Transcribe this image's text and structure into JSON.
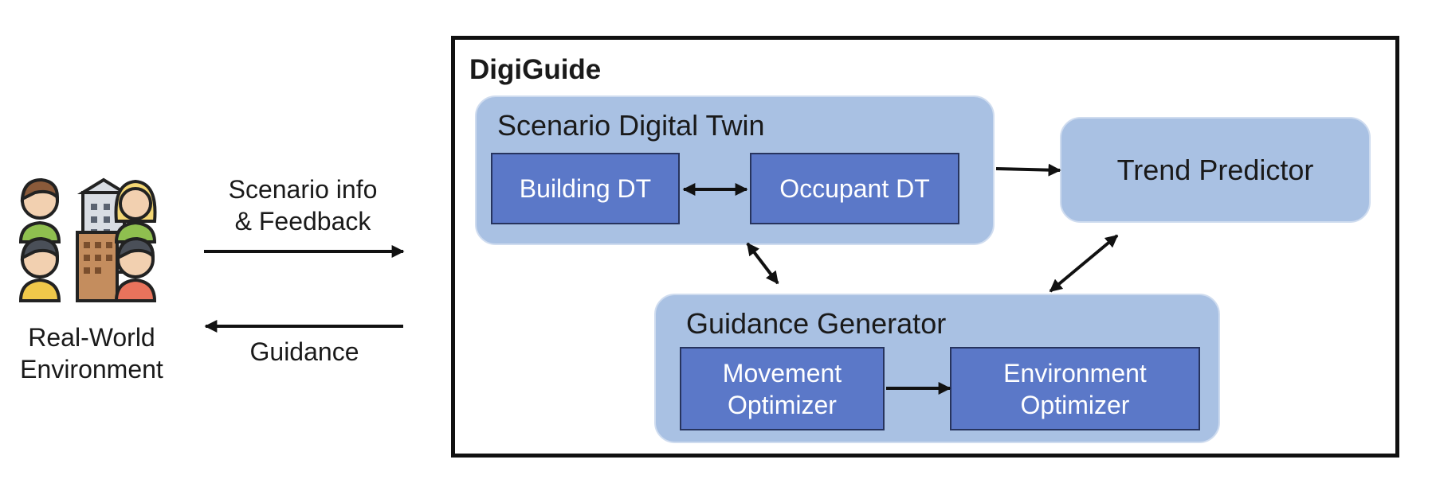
{
  "environment": {
    "label": "Real-World\nEnvironment"
  },
  "links": {
    "to_system": "Scenario info\n& Feedback",
    "to_environment": "Guidance"
  },
  "system": {
    "title": "DigiGuide",
    "scenario_twin": {
      "title": "Scenario Digital Twin",
      "building_dt": "Building DT",
      "occupant_dt": "Occupant DT"
    },
    "trend_predictor": {
      "title": "Trend Predictor"
    },
    "guidance_generator": {
      "title": "Guidance Generator",
      "movement_optimizer": "Movement\nOptimizer",
      "environment_optimizer": "Environment\nOptimizer"
    }
  },
  "colors": {
    "module_fill": "#a9c1e3",
    "submodule_fill": "#5b78c8",
    "submodule_border": "#27345e",
    "frame": "#111111"
  },
  "icons": {
    "environment": "people-and-buildings-icon"
  }
}
